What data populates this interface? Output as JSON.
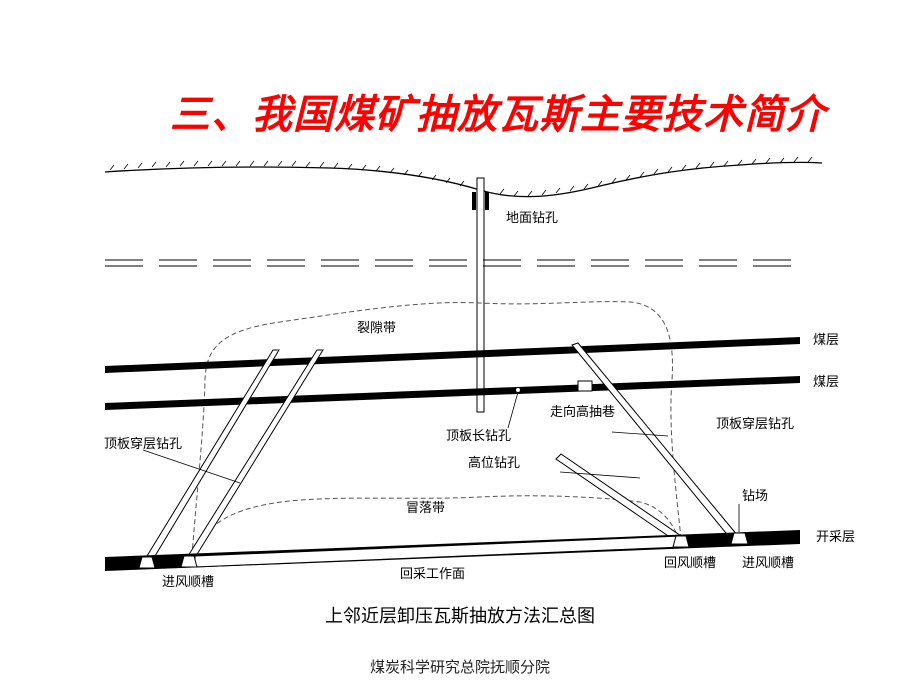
{
  "slide": {
    "title": "三、我国煤矿抽放瓦斯主要技术简介",
    "caption": "上邻近层卸压瓦斯抽放方法汇总图",
    "footer": "煤炭科学研究总院抚顺分院",
    "title_color": "#ff0000"
  },
  "diagram": {
    "labels": {
      "surface_borehole": "地面钻孔",
      "fracture_zone": "裂隙带",
      "coal_seam_1": "煤层",
      "coal_seam_2": "煤层",
      "strike_high_roadway": "走向高抽巷",
      "roof_cross_borehole_left": "顶板穿层钻孔",
      "roof_cross_borehole_right": "顶板穿层钻孔",
      "roof_long_borehole": "顶板长钻孔",
      "high_borehole": "高位钻孔",
      "caving_zone": "冒落带",
      "drill_site": "钻场",
      "mining_seam": "开采层",
      "intake_gateway_left": "进风顺槽",
      "return_gateway": "回风顺槽",
      "intake_gateway_right": "进风顺槽",
      "working_face": "回采工作面"
    }
  }
}
